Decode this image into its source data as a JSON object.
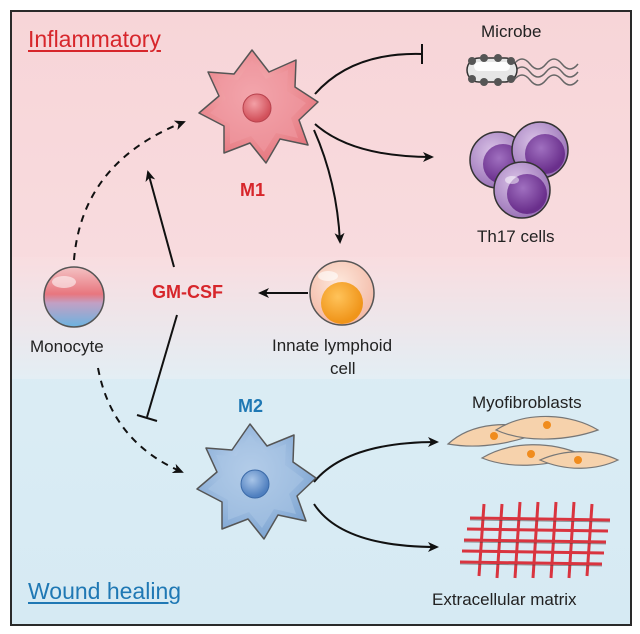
{
  "sections": {
    "inflammatory": "Inflammatory",
    "wound_healing": "Wound healing"
  },
  "nodes": {
    "microbe": "Microbe",
    "th17": "Th17 cells",
    "m1": "M1",
    "m2": "M2",
    "gmcsf": "GM-CSF",
    "monocyte": "Monocyte",
    "ilc_line1": "Innate lymphoid",
    "ilc_line2": "cell",
    "myofibroblasts": "Myofibroblasts",
    "ecm": "Extracellular matrix"
  },
  "colors": {
    "inflammatory": "#d7262b",
    "wound_healing": "#1f78b4",
    "top_background": "#f8d9dc",
    "bottom_background": "#d9ecf4",
    "m1_cell": "#e9858c",
    "m2_cell": "#8fb3da",
    "th17_cell": "#8a55a8",
    "ilc_nucleus": "#f5a623",
    "myofibroblast": "#f6d2ac",
    "matrix_fiber": "#d9343f"
  },
  "icons": [
    "microbe-icon",
    "th17-cell-icon",
    "m1-macrophage-icon",
    "m2-macrophage-icon",
    "monocyte-icon",
    "innate-lymphoid-cell-icon",
    "myofibroblast-icon",
    "extracellular-matrix-icon"
  ]
}
